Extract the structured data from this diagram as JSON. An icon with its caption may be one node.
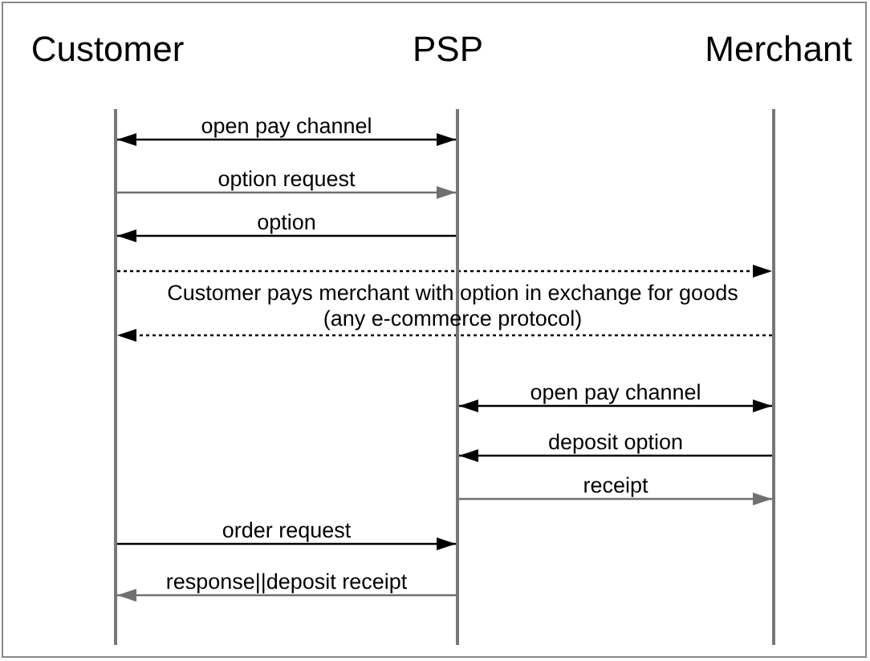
{
  "diagram": {
    "nodes": [
      {
        "text": [
          "Customer"
        ]
      },
      {
        "text": [
          "PSP"
        ]
      },
      {
        "text": [
          "Merchant"
        ]
      },
      {
        "text": [],
        "shape": "line"
      },
      {
        "text": [],
        "shape": "line"
      },
      {
        "text": [],
        "shape": "line"
      }
    ],
    "edges": [
      {
        "from": 3,
        "to": 4,
        "arrow": "both",
        "label": "open pay channel"
      },
      {
        "from": 3,
        "to": 4,
        "arrow": "to",
        "label": "option request",
        "color": "#707070"
      },
      {
        "from": 4,
        "to": 3,
        "arrow": "to",
        "label": "option"
      },
      {
        "from": 3,
        "to": 5,
        "arrow": "to",
        "style": "dashed"
      },
      {
        "from": 5,
        "to": 3,
        "arrow": "to",
        "style": "dashed"
      },
      {
        "from": 4,
        "to": 5,
        "arrow": "both",
        "label": "open pay channel"
      },
      {
        "from": 5,
        "to": 4,
        "arrow": "to",
        "label": "deposit  option"
      },
      {
        "from": 4,
        "to": 5,
        "arrow": "to",
        "label": "receipt",
        "color": "#707070"
      },
      {
        "from": 3,
        "to": 4,
        "arrow": "to",
        "label": "order request"
      },
      {
        "from": 4,
        "to": 3,
        "arrow": "to",
        "label": "response||deposit receipt",
        "color": "#707070"
      }
    ],
    "labels": [
      "Customer pays merchant with option in exchange for goods (any e-commerce protocol)"
    ]
  }
}
